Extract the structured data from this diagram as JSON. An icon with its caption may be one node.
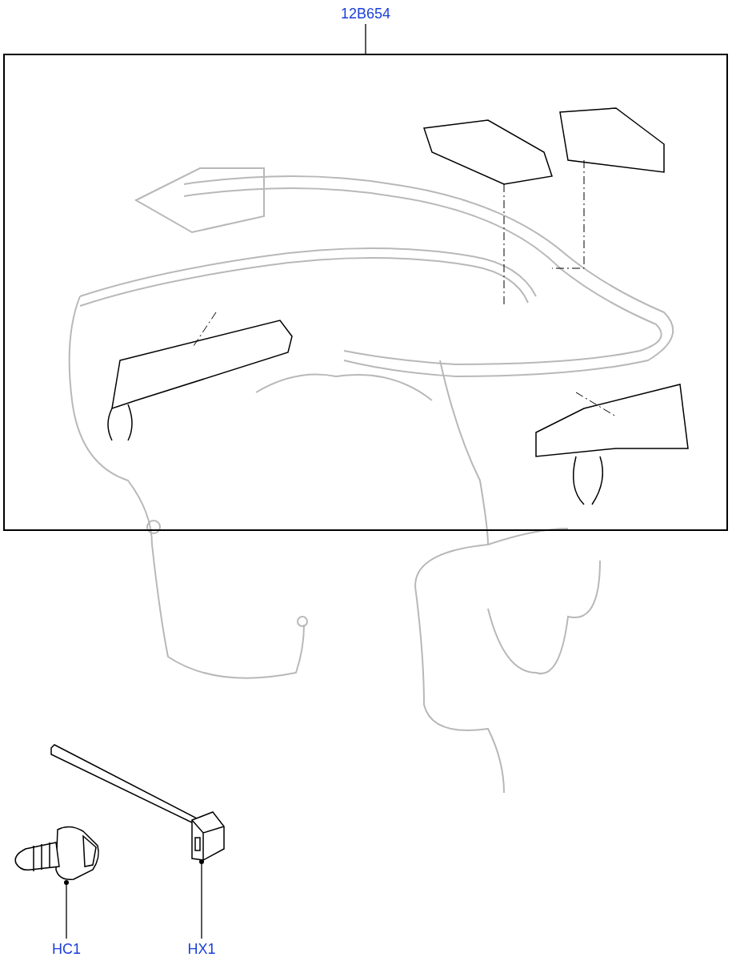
{
  "diagram": {
    "nodes": [
      {
        "text": [
          "12B654"
        ]
      },
      {
        "text": [],
        "shape": "box"
      },
      {
        "text": [
          "HC1"
        ]
      },
      {
        "text": [
          "HX1"
        ]
      },
      {
        "text": [],
        "shape": "picture"
      },
      {
        "text": [],
        "shape": "picture"
      }
    ],
    "edges": [
      {
        "from": 0,
        "to": 1,
        "arrow": "none"
      },
      {
        "from": 2,
        "to": 5,
        "arrow": "other"
      },
      {
        "from": 3,
        "to": 4,
        "arrow": "other"
      }
    ]
  }
}
